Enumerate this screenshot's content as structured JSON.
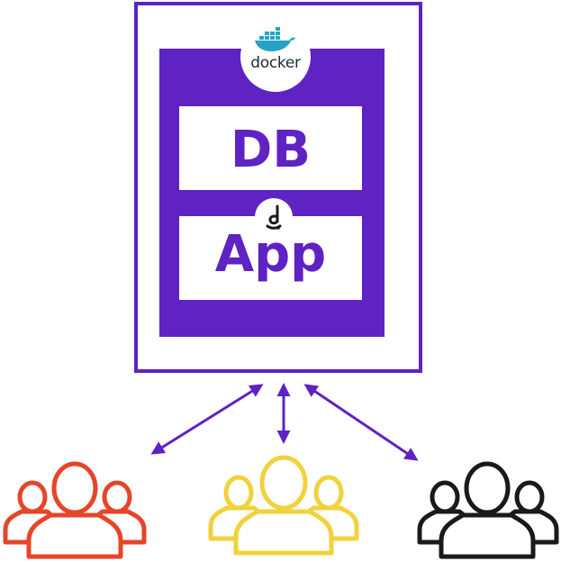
{
  "docker": {
    "label": "docker"
  },
  "boxes": {
    "db_label": "DB",
    "app_label": "App"
  },
  "colors": {
    "accent_purple": "#5f22c3",
    "docker_blue": "#27a2c4",
    "users_left": "#e6452a",
    "users_middle": "#f2d23b",
    "users_right": "#1a1a1a"
  },
  "icons": {
    "docker_logo": "docker-whale-icon",
    "link": "link-d-icon",
    "user_group": "users-group-icon"
  },
  "user_groups": [
    {
      "name": "users-group-left"
    },
    {
      "name": "users-group-middle"
    },
    {
      "name": "users-group-right"
    }
  ]
}
